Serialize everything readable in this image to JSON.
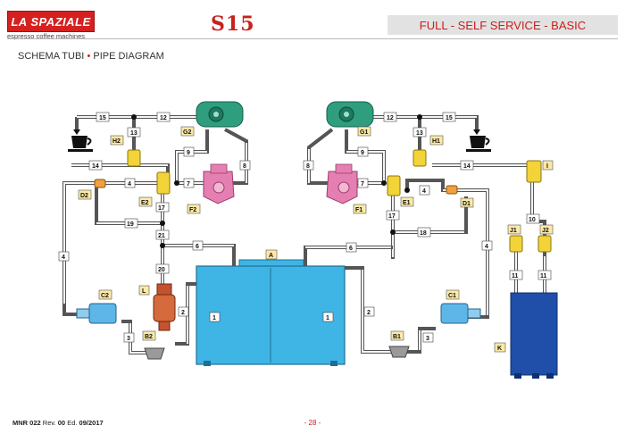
{
  "header": {
    "logo_text": "LA SPAZIALE",
    "logo_subtitle": "espresso coffee machines",
    "model": "S15",
    "banner": "FULL - SELF SERVICE - BASIC"
  },
  "subtitle": {
    "left": "SCHEMA TUBI",
    "separator": "•",
    "right": "PIPE DIAGRAM"
  },
  "footer": {
    "doc_code": "MNR 022",
    "rev_label": "Rev.",
    "rev_value": "00",
    "ed_label": "Ed.",
    "ed_value": "09/2017",
    "page": "- 28 -"
  },
  "components": {
    "A": "A",
    "B1": "B1",
    "B2": "B2",
    "C1": "C1",
    "C2": "C2",
    "D1": "D1",
    "D2": "D2",
    "E1": "E1",
    "E2": "E2",
    "F1": "F1",
    "F2": "F2",
    "G1": "G1",
    "G2": "G2",
    "H1": "H1",
    "H2": "H2",
    "I": "I",
    "J1": "J1",
    "J2": "J2",
    "K": "K",
    "L": "L"
  },
  "pipes": {
    "p1": "1",
    "p2": "2",
    "p3": "3",
    "p4": "4",
    "p6": "6",
    "p7": "7",
    "p8": "8",
    "p9": "9",
    "p10": "10",
    "p11": "11",
    "p12": "12",
    "p13": "13",
    "p14": "14",
    "p15": "15",
    "p17": "17",
    "p18": "18",
    "p19": "19",
    "p20": "20",
    "p21": "21"
  },
  "colors": {
    "accent_red": "#c8201c",
    "tank_blue": "#3fb5e5",
    "boiler_blue": "#1f4fa8",
    "pump_green": "#2e9e7e",
    "group_pink": "#e57fb2",
    "valve_yellow": "#f2d338",
    "label_fill": "#fbe9a6"
  },
  "icons": {
    "cup_left": "coffee-cup-icon",
    "cup_right": "coffee-cup-icon"
  }
}
